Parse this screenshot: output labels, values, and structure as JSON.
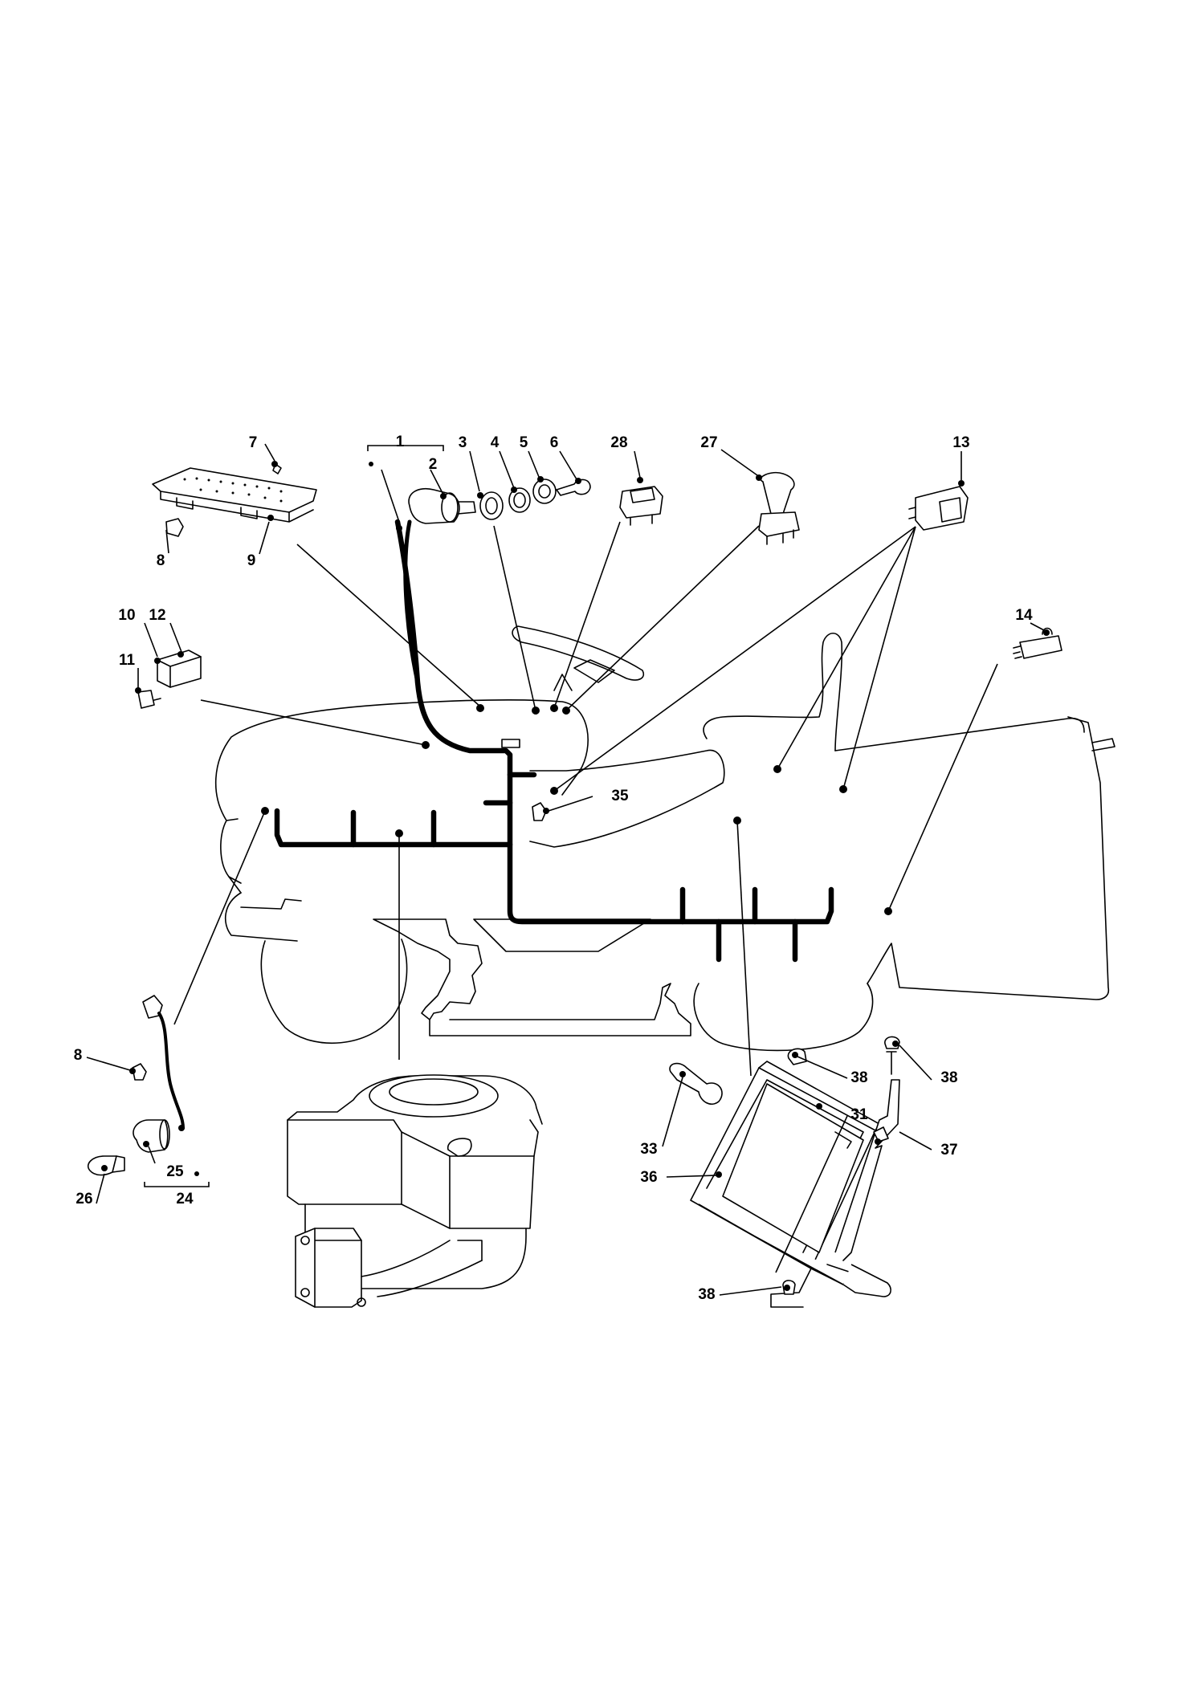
{
  "diagram": {
    "callouts": {
      "c1": "1",
      "c2": "2",
      "c3": "3",
      "c4": "4",
      "c5": "5",
      "c6": "6",
      "c7": "7",
      "c8a": "8",
      "c8b": "8",
      "c9": "9",
      "c10": "10",
      "c11": "11",
      "c12": "12",
      "c13": "13",
      "c14": "14",
      "c24": "24",
      "c25": "25",
      "c26": "26",
      "c27": "27",
      "c28": "28",
      "c31": "31",
      "c33": "33",
      "c35": "35",
      "c36": "36",
      "c37": "37",
      "c38a": "38",
      "c38b": "38",
      "c38c": "38"
    }
  }
}
